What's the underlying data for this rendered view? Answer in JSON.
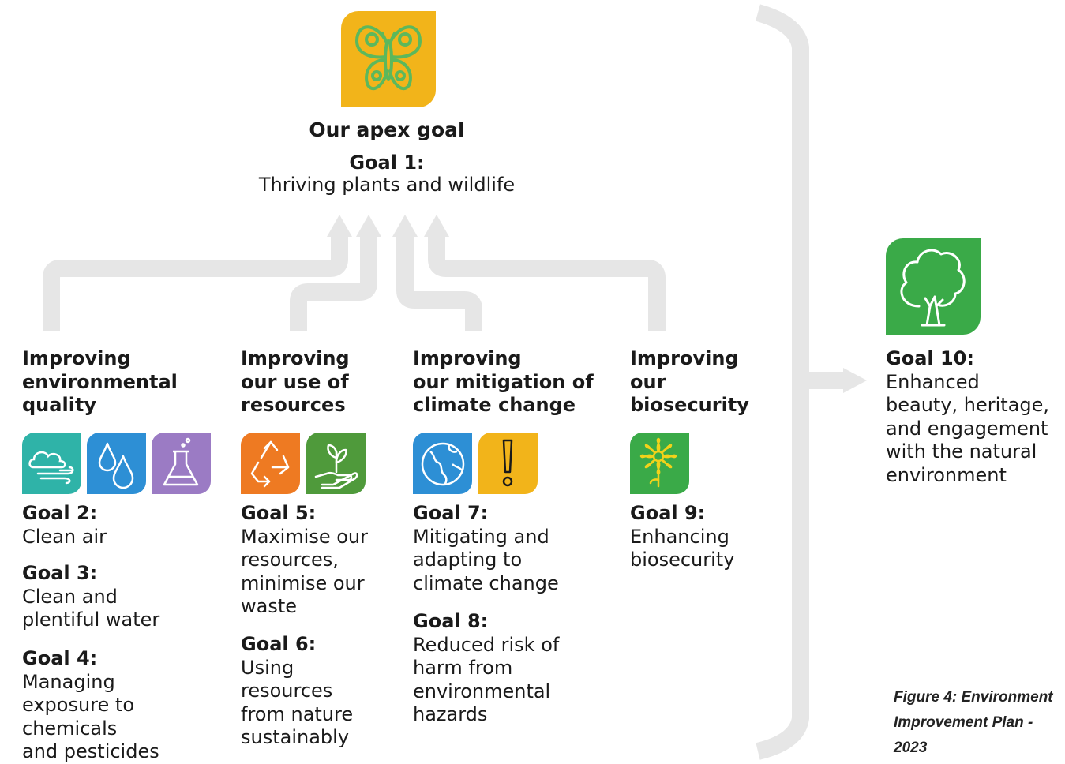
{
  "apex": {
    "title": "Our apex goal",
    "goal_number": "Goal 1:",
    "goal_text": "Thriving plants and wildlife",
    "icon": "butterfly-icon",
    "tile_color": "#f2b41a"
  },
  "columns": [
    {
      "heading": "Improving\nenvironmental\nquality",
      "icons": [
        "wind-cloud-icon",
        "water-drops-icon",
        "chemical-flask-icon"
      ],
      "goals": [
        {
          "number": "Goal 2:",
          "text": "Clean air"
        },
        {
          "number": "Goal 3:",
          "text": "Clean and\nplentiful water"
        },
        {
          "number": "Goal 4:",
          "text": "Managing\nexposure to\nchemicals\nand pesticides"
        }
      ]
    },
    {
      "heading": "Improving\nour use of\nresources",
      "icons": [
        "recycle-icon",
        "seedling-hand-icon"
      ],
      "goals": [
        {
          "number": "Goal 5:",
          "text": "Maximise our\nresources,\nminimise our\nwaste"
        },
        {
          "number": "Goal 6:",
          "text": "Using\nresources\nfrom nature\nsustainably"
        }
      ]
    },
    {
      "heading": "Improving\nour mitigation of\nclimate change",
      "icons": [
        "globe-icon",
        "exclamation-icon"
      ],
      "goals": [
        {
          "number": "Goal 7:",
          "text": "Mitigating and\nadapting to\nclimate change"
        },
        {
          "number": "Goal 8:",
          "text": "Reduced risk of\nharm from\nenvironmental\nhazards"
        }
      ]
    },
    {
      "heading": "Improving\nour\nbiosecurity",
      "icons": [
        "flower-icon"
      ],
      "goals": [
        {
          "number": "Goal 9:",
          "text": "Enhancing\nbiosecurity"
        }
      ]
    }
  ],
  "goal10": {
    "number": "Goal 10:",
    "text": "Enhanced\nbeauty, heritage,\nand engagement\nwith the natural\nenvironment",
    "icon": "tree-icon",
    "tile_color": "#3aaa48"
  },
  "caption": "Figure 4: Environment\nImprovement Plan -\n2023",
  "colors": {
    "connector": "#e6e6e6",
    "teal": "#2fb3a8",
    "blue": "#2d8fd5",
    "purple": "#9b7bc4",
    "orange": "#ee7a22",
    "green_dark": "#4f9a3b",
    "yellow": "#f2b41a",
    "green": "#3aaa48",
    "icon_stroke": "#ffffff",
    "butterfly_stroke": "#5cb85c"
  }
}
